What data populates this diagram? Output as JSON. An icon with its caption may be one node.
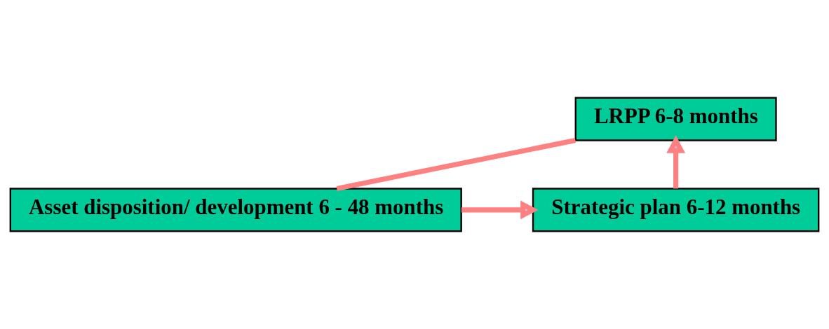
{
  "diagram": {
    "nodes": [
      {
        "text": [
          "LRPP 6-8 months"
        ]
      },
      {
        "text": [
          "Strategic plan 6-12 months"
        ]
      },
      {
        "text": [
          "Asset disposition/ development 6 - 48 months"
        ]
      }
    ],
    "edges": [
      {
        "from": 1,
        "to": 0,
        "arrow": "to"
      },
      {
        "from": 0,
        "to": 2,
        "arrow": "none"
      },
      {
        "from": 2,
        "to": 1,
        "arrow": "to"
      }
    ]
  }
}
